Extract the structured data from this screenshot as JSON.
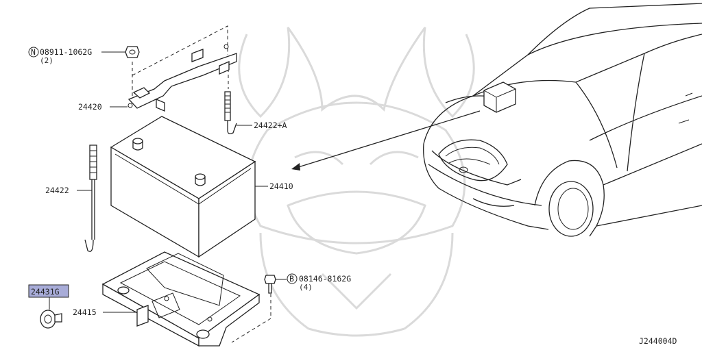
{
  "diagram": {
    "code": "J244004D",
    "watermark": "samurai-helmet-watermark",
    "highlight_color": "#a8acd8",
    "parts": {
      "nut": {
        "prefix_symbol": "N",
        "number": "08911-1062G",
        "qty": "(2)"
      },
      "bolt": {
        "prefix_symbol": "B",
        "number": "08146-8162G",
        "qty": "(4)"
      },
      "frame": "24420",
      "rod_right": "24422+A",
      "rod_left": "24422",
      "battery": "24410",
      "tray": "24415",
      "clip": "24431G"
    }
  }
}
